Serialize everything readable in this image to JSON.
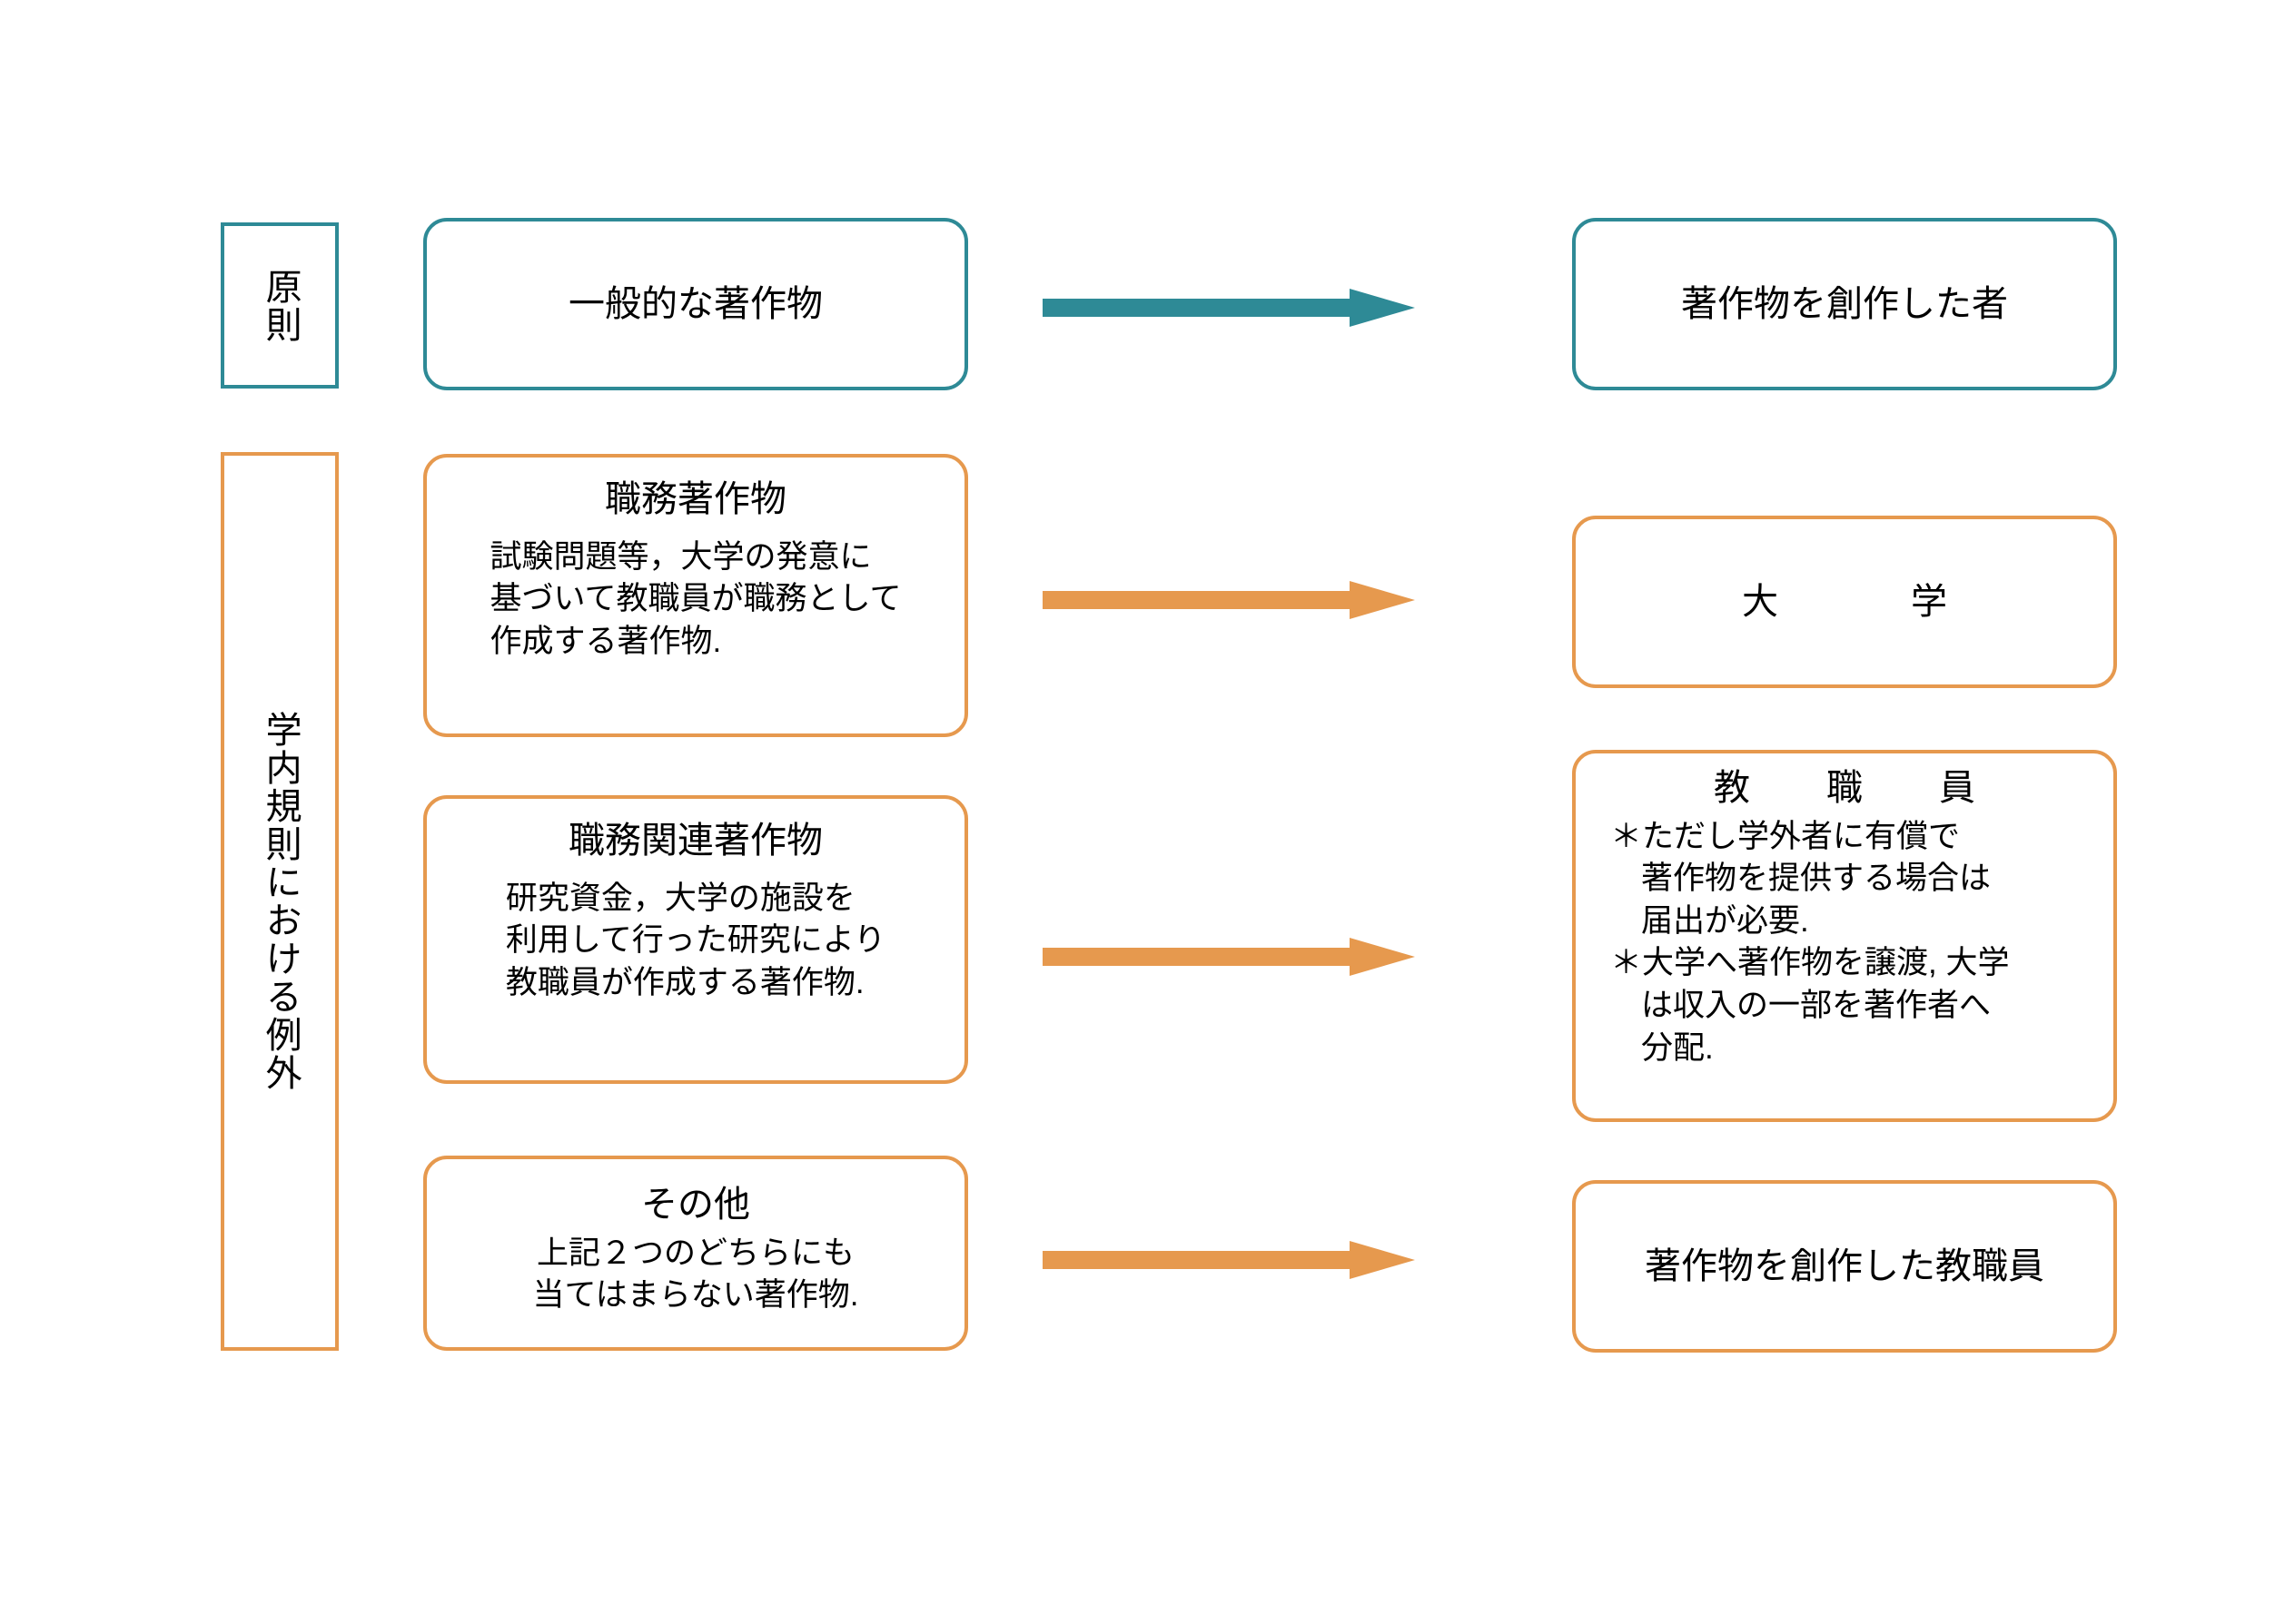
{
  "figure": {
    "background": "#ffffff",
    "teal": "#2E8A96",
    "orange": "#E6994E",
    "text_color": "#000000"
  },
  "categories": [
    {
      "id": "principle",
      "label": "原則",
      "color": "#2E8A96"
    },
    {
      "id": "exception",
      "label": "学内規則における例外",
      "color": "#E6994E"
    }
  ],
  "rows": [
    {
      "id": "general-work",
      "color": "#2E8A96",
      "source": {
        "title": "一般的な著作物",
        "body": ""
      },
      "arrow": {
        "color": "#2E8A96",
        "direction": "right"
      },
      "target": {
        "title": "著作物を創作した者",
        "notes": []
      }
    },
    {
      "id": "work-for-hire",
      "color": "#E6994E",
      "source": {
        "title": "職務著作物",
        "body": "試験問題等，大学の発意に\n基づいて教職員が職務として\n作成する著作物."
      },
      "arrow": {
        "color": "#E6994E",
        "direction": "right"
      },
      "target": {
        "title": "大　　学",
        "notes": []
      }
    },
    {
      "id": "work-related",
      "color": "#E6994E",
      "source": {
        "title": "職務関連著作物",
        "body": "研究資金，大学の施設を\n利用して行った研究により\n教職員が作成する著作物."
      },
      "arrow": {
        "color": "#E6994E",
        "direction": "right"
      },
      "target": {
        "title": "教　職　員",
        "notes": [
          "＊ただし学外者に有償で\n著作物を提供する場合は\n届出が必要.",
          "＊大学へ著作物を譲渡, 大学\nは収入の一部を著作者へ\n分配."
        ]
      }
    },
    {
      "id": "other",
      "color": "#E6994E",
      "source": {
        "title": "その他",
        "body": "上記２つのどちらにも\n当てはまらない著作物."
      },
      "arrow": {
        "color": "#E6994E",
        "direction": "right"
      },
      "target": {
        "title": "著作物を創作した教職員",
        "notes": []
      }
    }
  ]
}
